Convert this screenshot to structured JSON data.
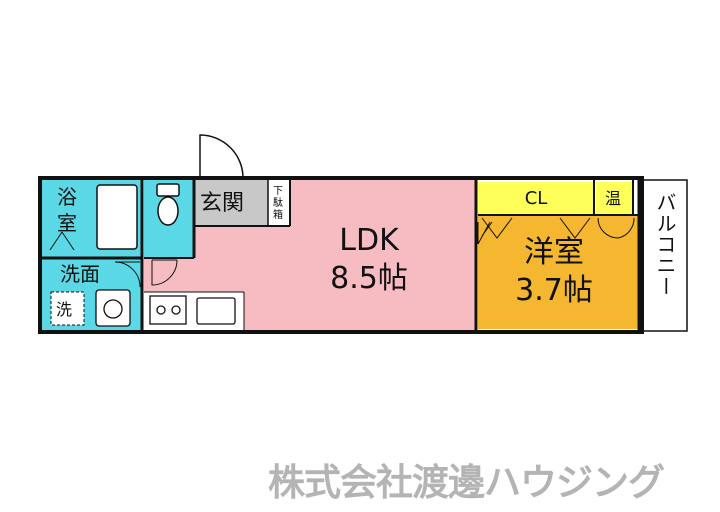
{
  "floorplan": {
    "bath_line1": "浴",
    "bath_line2": "室",
    "washroom": "洗面",
    "washer": "洗",
    "entrance": "玄関",
    "shoe_line1": "下",
    "shoe_line2": "駄",
    "shoe_line3": "箱",
    "ldk_name": "LDK",
    "ldk_size": "8.5帖",
    "closet": "CL",
    "water_heater": "温",
    "western_name": "洋室",
    "western_size": "3.7帖",
    "balcony": "バルコニー"
  },
  "colors": {
    "bath": "#5ad8e6",
    "entrance": "#c8c8c8",
    "ldk": "#f6bcc2",
    "western": "#f5b72f",
    "closet": "#ffff5a",
    "wall": "#111111"
  },
  "watermark": "株式会社渡邊ハウジング"
}
